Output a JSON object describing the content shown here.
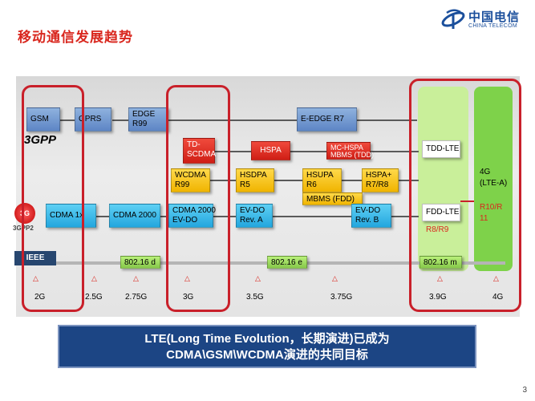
{
  "title": "移动通信发展趋势",
  "logo": {
    "cn": "中国电信",
    "en": "CHINA TELECOM"
  },
  "boxes": {
    "gsm": "GSM",
    "gprs": "GPRS",
    "edge1": "EDGE",
    "edge2": "R99",
    "eedge": "E-EDGE   R7",
    "tdscdma1": "TD-",
    "tdscdma2": "SCDMA",
    "hspa": "HSPA",
    "mchspa1": "MC-HSPA",
    "mchspa2": "MBMS (TDD)",
    "tddlte": "TDD-LTE",
    "wcdma1": "WCDMA",
    "wcdma2": "R99",
    "hsdpa1": "HSDPA",
    "hsdpa2": "R5",
    "hsupa1": "HSUPA",
    "hsupa2": "R6",
    "hspaplus1": "HSPA+",
    "hspaplus2": "R7/R8",
    "mbmsfdd": "MBMS (FDD)",
    "cdma1x": "CDMA 1x",
    "cdma2000": "CDMA 2000",
    "cdma2000evdo1": "CDMA 2000",
    "cdma2000evdo2": "EV-DO",
    "evdoa1": "EV-DO",
    "evdoa2": "Rev. A",
    "evdob1": "EV-DO",
    "evdob2": "Rev.  B",
    "fddlte": "FDD-LTE",
    "r8r9": "R8/R9",
    "g4a": "4G",
    "g4b": "(LTE-A)",
    "r10a": "R10/R",
    "r10b": "11",
    "ieee1": "802.16 d",
    "ieee2": "802.16 e",
    "ieee3": "802.16 m"
  },
  "logos": {
    "threeg": "3G",
    "threegpp": "3GPP",
    "threegpp2": "3GPP2",
    "ieee": "IEEE"
  },
  "generations": [
    "2G",
    "2.5G",
    "2.75G",
    "3G",
    "3.5G",
    "3.75G",
    "3.9G",
    "4G"
  ],
  "marker": "△",
  "banner": {
    "line1": "LTE(Long Time Evolution，长期演进)已成为",
    "line2": "CDMA\\GSM\\WCDMA演进的共同目标"
  },
  "page_number": "3",
  "colors": {
    "accent": "#d9271e",
    "banner": "#1c4584",
    "brand": "#1b4f9c"
  }
}
